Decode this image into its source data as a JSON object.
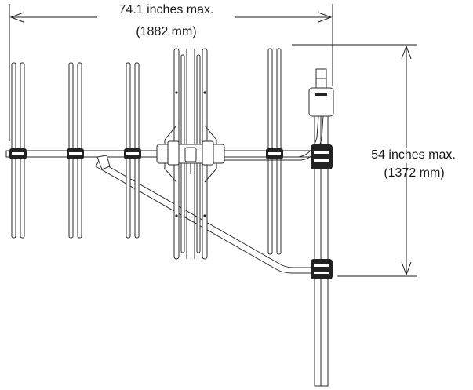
{
  "width_dim": {
    "label": "74.1 inches max.",
    "sublabel": "(1882 mm)"
  },
  "height_dim": {
    "label": "54 inches max.",
    "sublabel": "(1372 mm)"
  },
  "colors": {
    "line": "#2b2b2b",
    "clamp": "#222222",
    "background": "#ffffff"
  }
}
